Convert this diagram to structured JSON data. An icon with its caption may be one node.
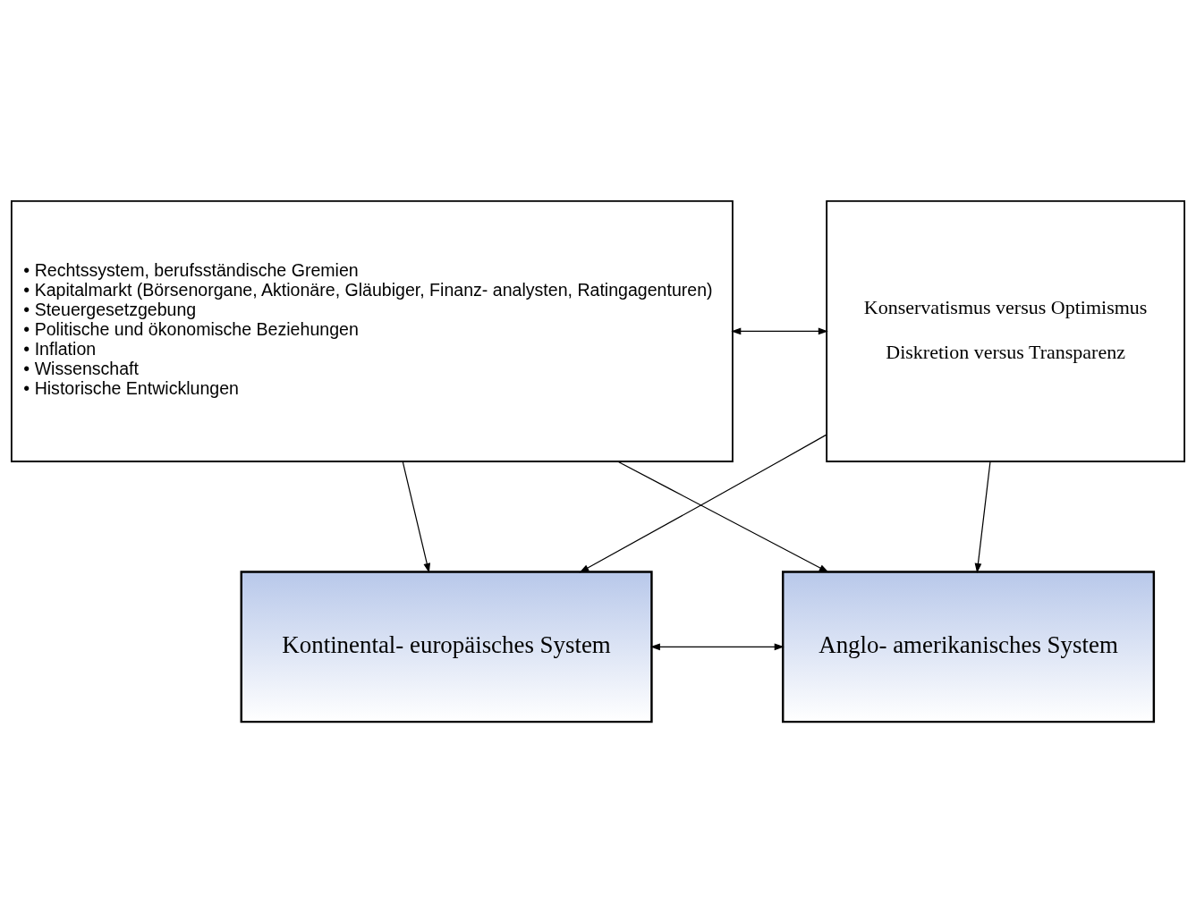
{
  "diagram": {
    "nodes": [
      {
        "text": [
          "Kontinental- europäisches System"
        ]
      },
      {
        "text": [
          "Anglo- amerikanisches System"
        ]
      },
      {
        "text": [
          "• Rechtssystem, berufsständische Gremien",
          "• Kapitalmarkt (Börsenorgane, Aktionäre, Gläubiger, Finanz- analysten, Ratingagenturen)",
          "• Steuergesetzgebung",
          "• Politische und ökonomische Beziehungen",
          "• Inflation",
          "• Wissenschaft",
          "• Historische Entwicklungen"
        ]
      },
      {
        "text": [
          "Konservatismus versus Optimismus",
          "Diskretion versus Transparenz"
        ]
      }
    ],
    "edges": [
      {
        "from": 0,
        "to": 1,
        "arrow": "both"
      },
      {
        "from": 2,
        "to": 0,
        "arrow": "to"
      },
      {
        "from": 2,
        "to": 1,
        "arrow": "to"
      },
      {
        "from": 3,
        "to": 0,
        "arrow": "to"
      },
      {
        "from": 3,
        "to": 1,
        "arrow": "to"
      },
      {
        "from": 2,
        "to": 3,
        "arrow": "both"
      }
    ]
  }
}
